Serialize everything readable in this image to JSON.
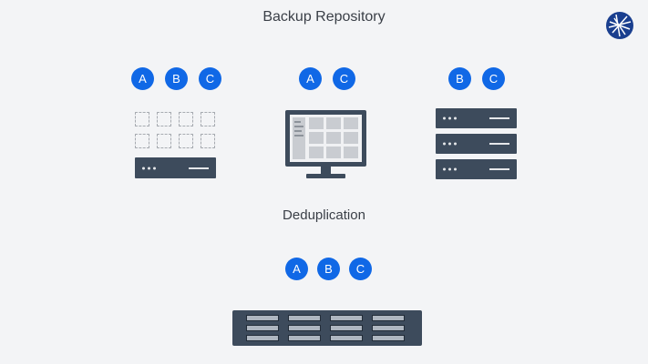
{
  "diagram": {
    "title": "Backup Repository",
    "middle_label": "Deduplication",
    "groups": [
      {
        "device": "storage-slots-with-server",
        "badges": [
          "A",
          "B",
          "C"
        ]
      },
      {
        "device": "monitor",
        "badges": [
          "A",
          "C"
        ]
      },
      {
        "device": "server-stack",
        "badges": [
          "B",
          "C"
        ]
      },
      {
        "device": "nas-rack",
        "badges": [
          "A",
          "B",
          "C"
        ]
      }
    ]
  },
  "colors": {
    "badge": "#1068e6",
    "device": "#3d4b5c",
    "background": "#f3f4f6",
    "logo": "#1a3f8f"
  },
  "icons": [
    "globe-logo-icon"
  ]
}
